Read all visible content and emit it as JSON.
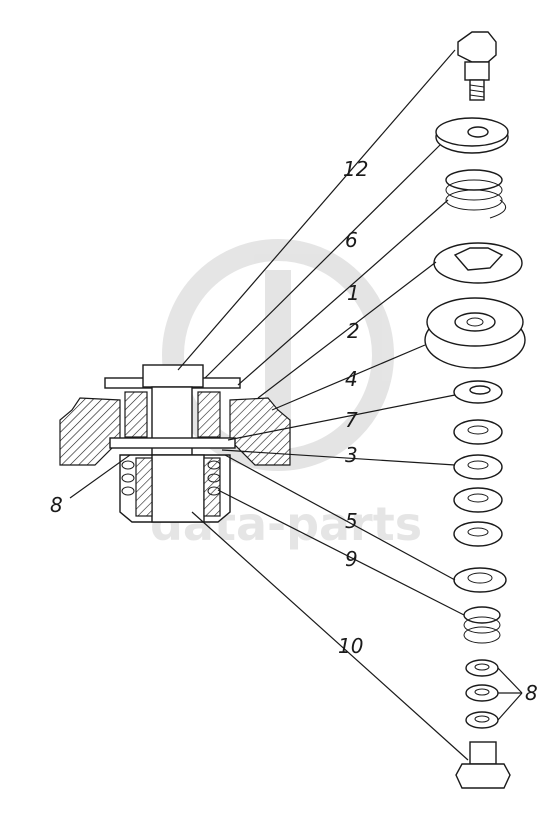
{
  "watermark": {
    "text": "data-parts",
    "color": "#cfcfcf"
  },
  "callouts": {
    "c12": "12",
    "c6": "6",
    "c1": "1",
    "c2": "2",
    "c4": "4",
    "c7": "7",
    "c3": "3",
    "c5": "5",
    "c9": "9",
    "c10": "10",
    "c8_left": "8",
    "c8_right": "8"
  },
  "colors": {
    "line": "#1a1a1a",
    "background": "#ffffff"
  }
}
